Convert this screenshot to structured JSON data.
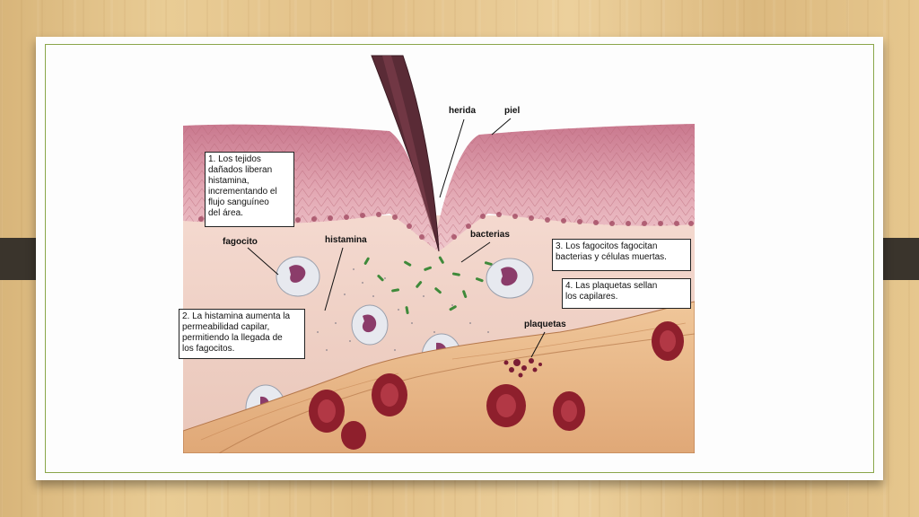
{
  "slide": {
    "colors": {
      "frame": "#8aa64a",
      "tab": "#3a342c"
    }
  },
  "diagram": {
    "labels": {
      "herida": "herida",
      "piel": "piel",
      "fagocito": "fagocito",
      "histamina": "histamina",
      "bacterias": "bacterias",
      "plaquetas": "plaquetas"
    },
    "boxes": {
      "step1": "1. Los tejidos\ndañados liberan\nhistamina,\nincrementando el\nflujo sanguíneo\ndel área.",
      "step2": "2. La histamina aumenta la\npermeabilidad capilar,\npermitiendo la llegada de\nlos fagocitos.",
      "step3": "3. Los fagocitos fagocitan\nbacterias y  células muertas.",
      "step4": "4. Las plaquetas sellan\nlos capilares."
    }
  }
}
